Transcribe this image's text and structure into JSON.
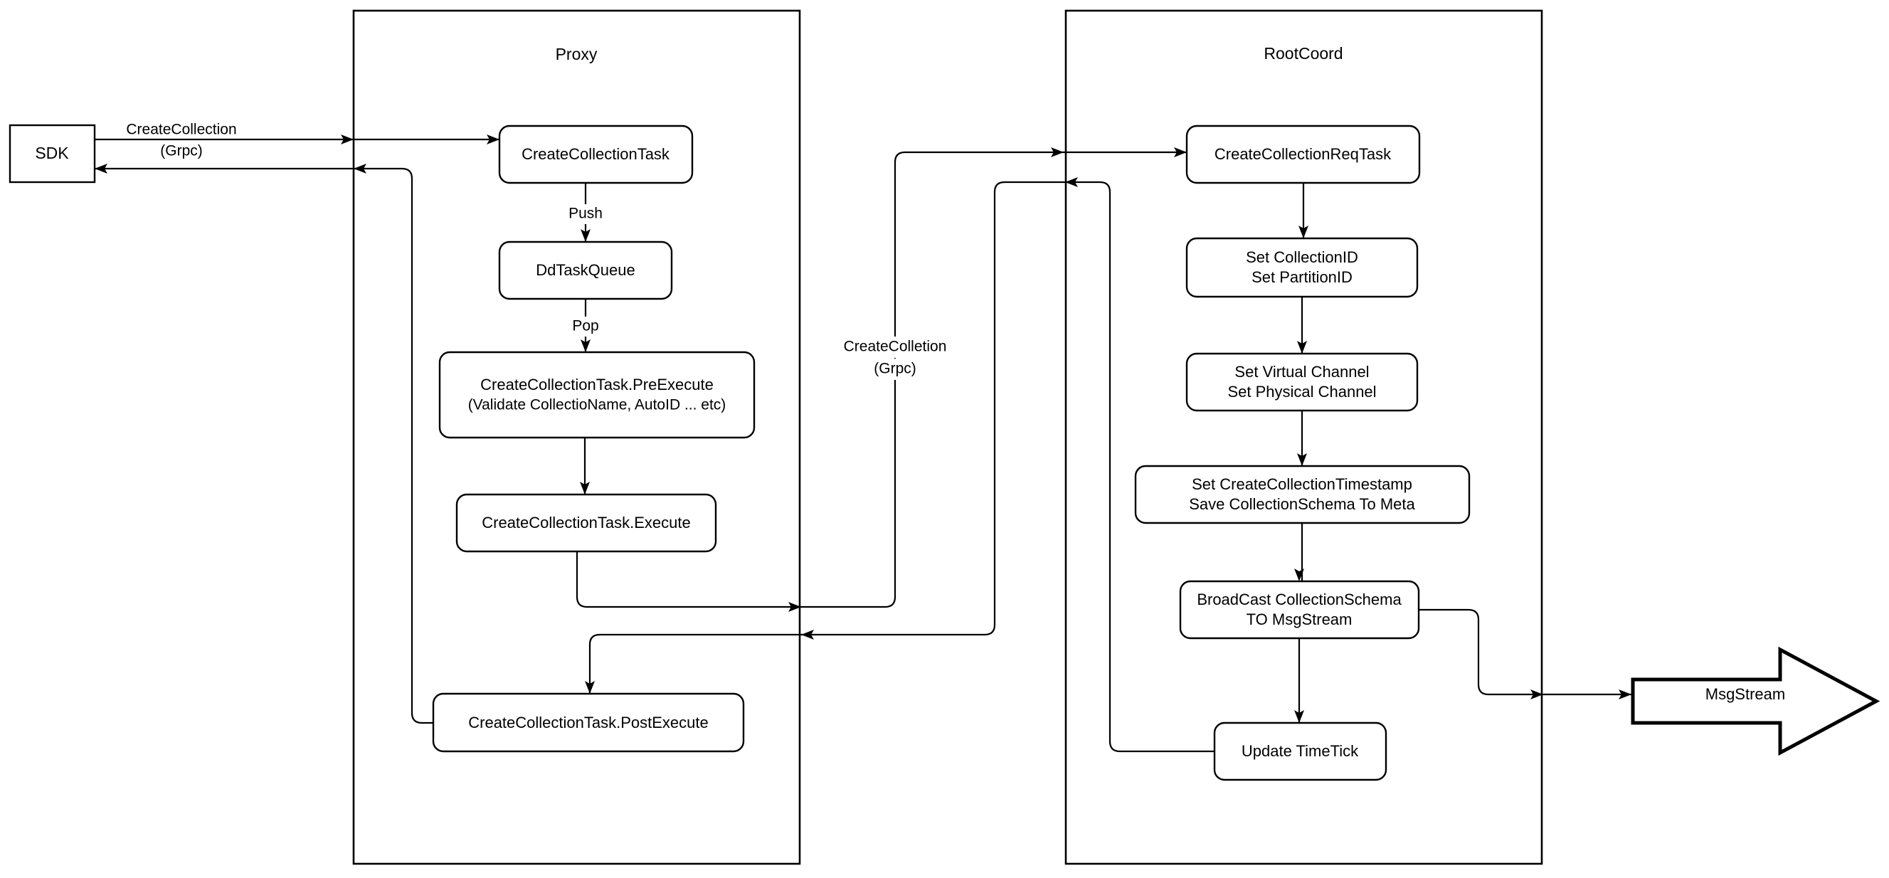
{
  "diagram": {
    "containers": {
      "proxy": {
        "title": "Proxy"
      },
      "rootcoord": {
        "title": "RootCoord"
      }
    },
    "nodes": {
      "sdk": {
        "label": "SDK"
      },
      "create_collection_task": {
        "label": "CreateCollectionTask"
      },
      "dd_task_queue": {
        "label": "DdTaskQueue"
      },
      "pre_execute": {
        "line1": "CreateCollectionTask.PreExecute",
        "line2": "(Validate CollectioName, AutoID ... etc)"
      },
      "execute": {
        "label": "CreateCollectionTask.Execute"
      },
      "post_execute": {
        "label": "CreateCollectionTask.PostExecute"
      },
      "create_collection_req_task": {
        "label": "CreateCollectionReqTask"
      },
      "set_ids": {
        "line1": "Set CollectionID",
        "line2": "Set PartitionID"
      },
      "set_channels": {
        "line1": "Set Virtual Channel",
        "line2": "Set Physical Channel"
      },
      "set_timestamp": {
        "line1": "Set CreateCollectionTimestamp",
        "line2": "Save CollectionSchema To Meta"
      },
      "broadcast": {
        "line1": "BroadCast CollectionSchema",
        "line2": "TO MsgStream"
      },
      "update_timetick": {
        "label": "Update TimeTick"
      },
      "msgstream": {
        "label": "MsgStream"
      }
    },
    "edge_labels": {
      "sdk_grpc": {
        "line1": "CreateCollection",
        "line2": "(Grpc)"
      },
      "push": "Push",
      "pop": "Pop",
      "mid_grpc": {
        "line1": "CreateColletion",
        "line2": "(Grpc)"
      }
    },
    "colors": {
      "line": "#000000",
      "node_fill": "#ffffff",
      "text": "#000000",
      "background": "#ffffff"
    }
  }
}
